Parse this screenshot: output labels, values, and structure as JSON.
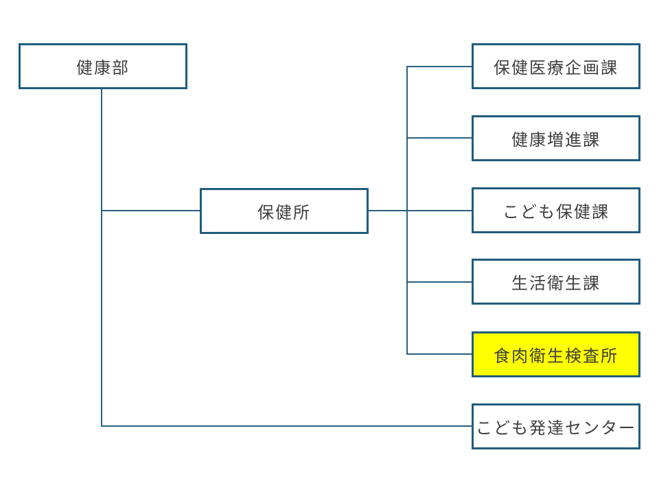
{
  "colors": {
    "box_border": "#1F5C7D",
    "connector": "#266080",
    "text": "#3F3F3F",
    "highlight_fill": "#FFFF00",
    "box_fill": "#FFFFFF",
    "page_bg": "#FFFFFF"
  },
  "org_chart": {
    "type": "organization-chart",
    "root": {
      "label": "健康部"
    },
    "intermediate": {
      "label": "保健所",
      "children": [
        "保健医療企画課",
        "健康増進課",
        "こども保健課",
        "生活衛生課",
        "食肉衛生検査所"
      ]
    },
    "departments": [
      {
        "label": "保健医療企画課",
        "highlighted": false
      },
      {
        "label": "健康増進課",
        "highlighted": false
      },
      {
        "label": "こども保健課",
        "highlighted": false
      },
      {
        "label": "生活衛生課",
        "highlighted": false
      },
      {
        "label": "食肉衛生検査所",
        "highlighted": true
      }
    ],
    "direct_child": {
      "label": "こども発達センター",
      "highlighted": false
    }
  }
}
